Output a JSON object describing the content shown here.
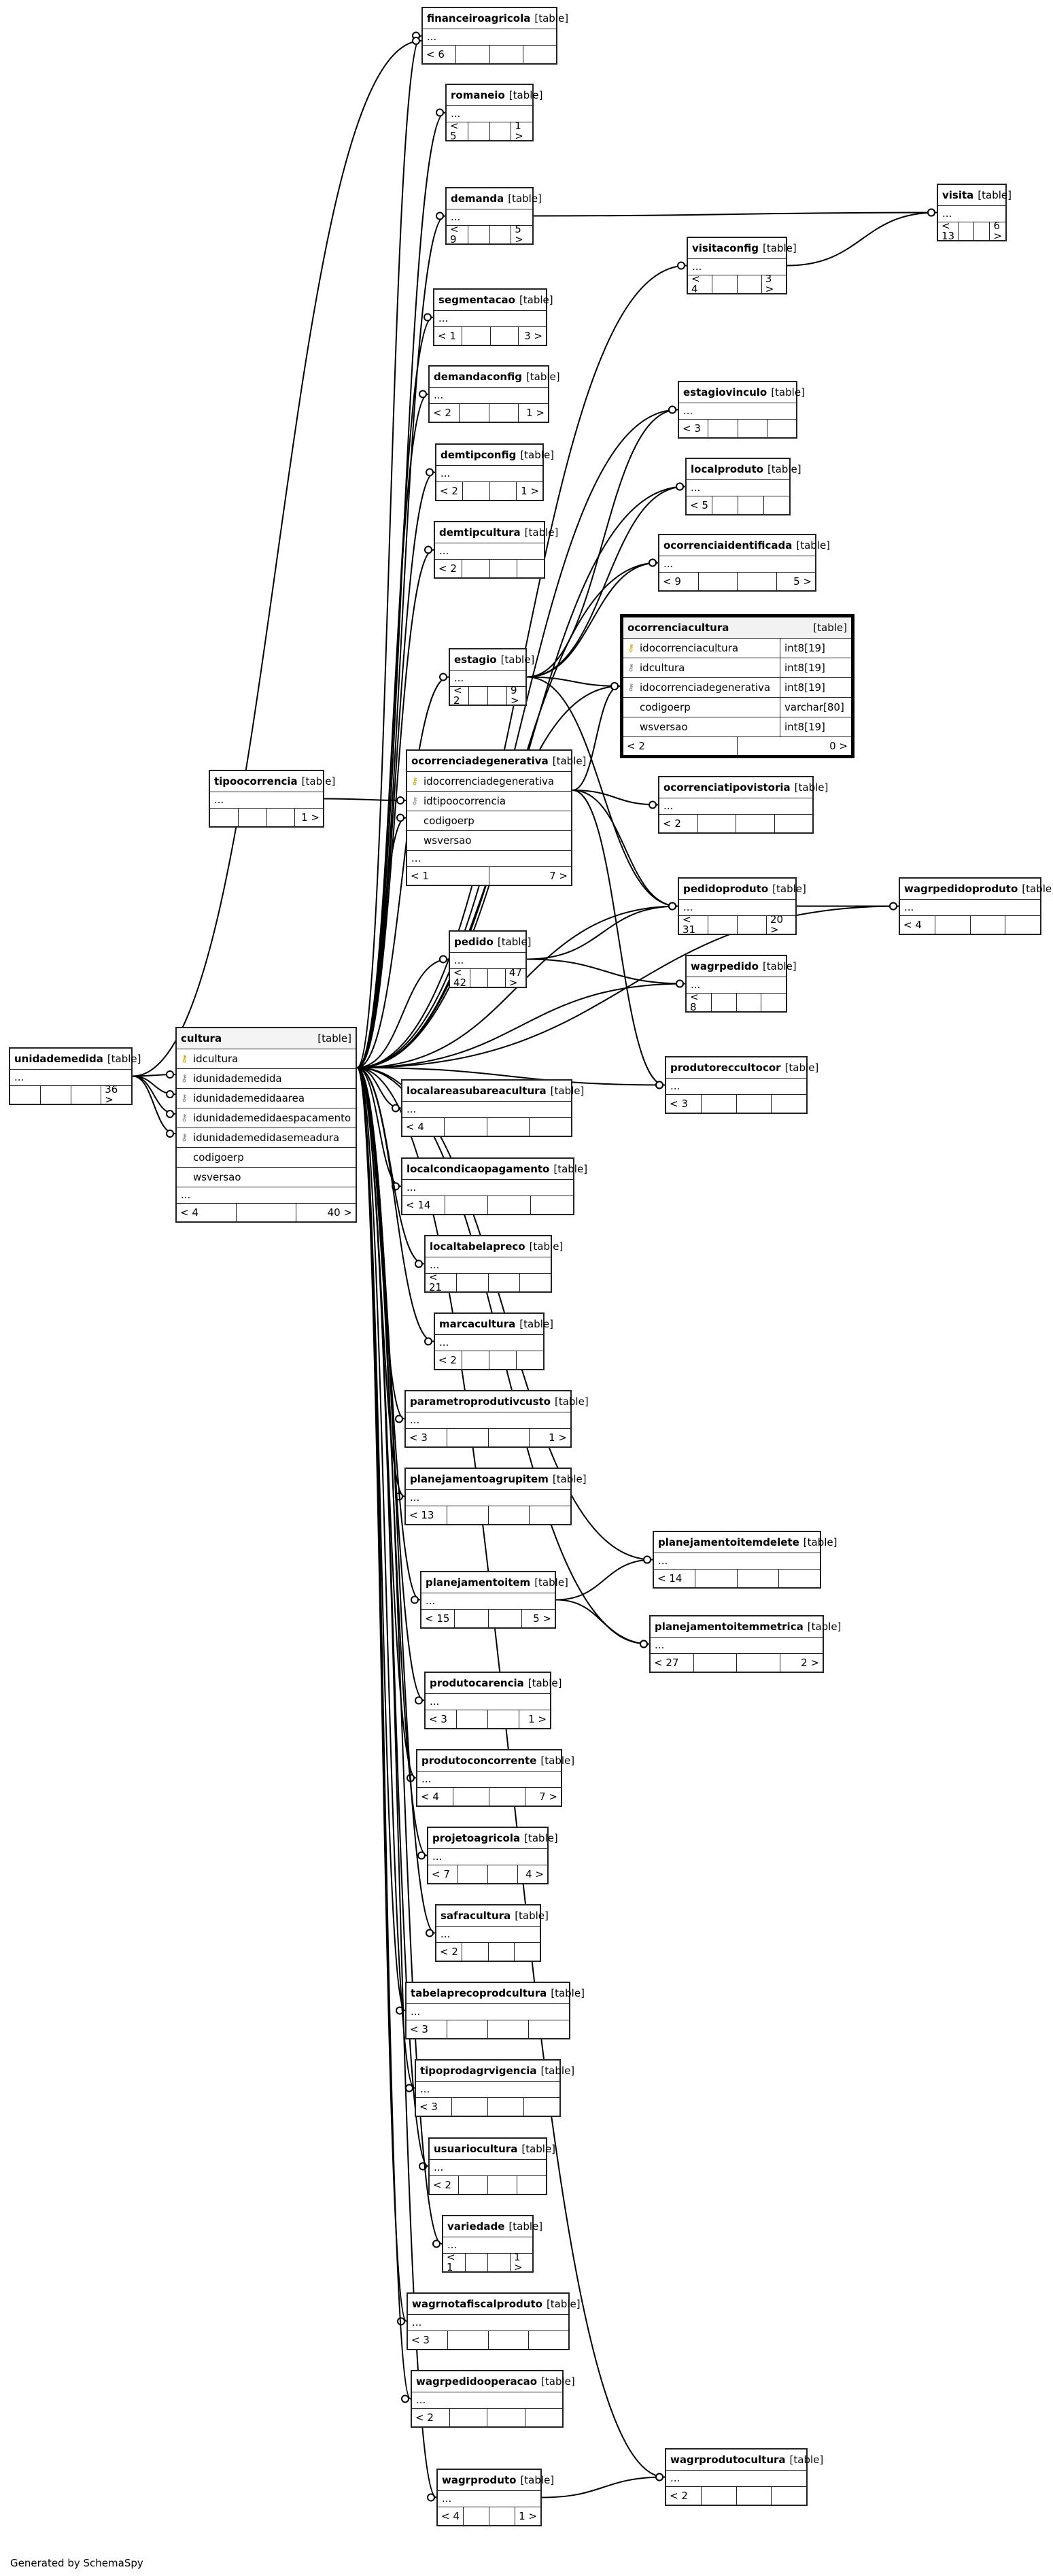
{
  "generator_note": "Generated by SchemaSpy",
  "table_tag": "[table]",
  "ellipsis": "...",
  "tables": [
    {
      "id": "financeiroagricola",
      "name": "financeiroagricola",
      "parents": "< 6",
      "children": ""
    },
    {
      "id": "romaneio",
      "name": "romaneio",
      "parents": "< 5",
      "children": "1 >"
    },
    {
      "id": "demanda",
      "name": "demanda",
      "parents": "< 9",
      "children": "5 >"
    },
    {
      "id": "visita",
      "name": "visita",
      "parents": "< 13",
      "children": "6 >"
    },
    {
      "id": "visitaconfig",
      "name": "visitaconfig",
      "parents": "< 4",
      "children": "3 >"
    },
    {
      "id": "segmentacao",
      "name": "segmentacao",
      "parents": "< 1",
      "children": "3 >"
    },
    {
      "id": "demandaconfig",
      "name": "demandaconfig",
      "parents": "< 2",
      "children": "1 >"
    },
    {
      "id": "estagiovinculo",
      "name": "estagiovinculo",
      "parents": "< 3",
      "children": ""
    },
    {
      "id": "demtipconfig",
      "name": "demtipconfig",
      "parents": "< 2",
      "children": "1 >"
    },
    {
      "id": "localproduto",
      "name": "localproduto",
      "parents": "< 5",
      "children": ""
    },
    {
      "id": "demtipcultura",
      "name": "demtipcultura",
      "parents": "< 2",
      "children": ""
    },
    {
      "id": "ocorrenciaidentificada",
      "name": "ocorrenciaidentificada",
      "parents": "< 9",
      "children": "5 >"
    },
    {
      "id": "estagio",
      "name": "estagio",
      "parents": "< 2",
      "children": "9 >"
    },
    {
      "id": "tipoocorrencia",
      "name": "tipoocorrencia",
      "parents": "",
      "children": "1 >"
    },
    {
      "id": "ocorrenciaspontaneous",
      "name": "ocorrenciatipovistoria",
      "parents": "< 2",
      "children": ""
    },
    {
      "id": "pedidoproduto",
      "name": "pedidoproduto",
      "parents": "< 31",
      "children": "20 >"
    },
    {
      "id": "wagrpedidoproduto",
      "name": "wagrpedidoproduto",
      "parents": "< 4",
      "children": ""
    },
    {
      "id": "pedido",
      "name": "pedido",
      "parents": "< 42",
      "children": "47 >"
    },
    {
      "id": "wagrpedido",
      "name": "wagrpedido",
      "parents": "< 8",
      "children": ""
    },
    {
      "id": "unidademedida",
      "name": "unidademedida",
      "parents": "",
      "children": "36 >"
    },
    {
      "id": "produtoreccultocor",
      "name": "produtoreccultocor",
      "parents": "< 3",
      "children": ""
    },
    {
      "id": "localareasubareacultura",
      "name": "localareasubareacultura",
      "parents": "< 4",
      "children": ""
    },
    {
      "id": "localcondicaopagamento",
      "name": "localcondicaopagamento",
      "parents": "< 14",
      "children": ""
    },
    {
      "id": "localtabelapreco",
      "name": "localtabelapreco",
      "parents": "< 21",
      "children": ""
    },
    {
      "id": "marcacultura",
      "name": "marcacultura",
      "parents": "< 2",
      "children": ""
    },
    {
      "id": "parametroprodutivcusto",
      "name": "parametroprodutivcusto",
      "parents": "< 3",
      "children": "1 >"
    },
    {
      "id": "planejamentoagrupitem",
      "name": "planejamentoagrupitem",
      "parents": "< 13",
      "children": ""
    },
    {
      "id": "planejamentoitemdelete",
      "name": "planejamentoitemdelete",
      "parents": "< 14",
      "children": ""
    },
    {
      "id": "planejamentoitem",
      "name": "planejamentoitem",
      "parents": "< 15",
      "children": "5 >"
    },
    {
      "id": "planejamentoitemmetrica",
      "name": "planejamentoitemmetrica",
      "parents": "< 27",
      "children": "2 >"
    },
    {
      "id": "produtocarencia",
      "name": "produtocarencia",
      "parents": "< 3",
      "children": "1 >"
    },
    {
      "id": "produtoconcorrente",
      "name": "produtoconcorrente",
      "parents": "< 4",
      "children": "7 >"
    },
    {
      "id": "projetoagricola",
      "name": "projetoagricola",
      "parents": "< 7",
      "children": "4 >"
    },
    {
      "id": "safracultura",
      "name": "safracultura",
      "parents": "< 2",
      "children": ""
    },
    {
      "id": "tabelaprecoprodcultura",
      "name": "tabelaprecoprodcultura",
      "parents": "< 3",
      "children": ""
    },
    {
      "id": "tipoprodagrvigencia",
      "name": "tipoprodagrvigencia",
      "parents": "< 3",
      "children": ""
    },
    {
      "id": "usuariocultura",
      "name": "usuariocultura",
      "parents": "< 2",
      "children": ""
    },
    {
      "id": "variedade",
      "name": "variedade",
      "parents": "< 1",
      "children": "1 >"
    },
    {
      "id": "wagrnotafiscalproduto",
      "name": "wagrnotafiscalproduto",
      "parents": "< 3",
      "children": ""
    },
    {
      "id": "wagrpedidooperacao",
      "name": "wagrpedidooperacao",
      "parents": "< 2",
      "children": ""
    },
    {
      "id": "wagrprodutocultura",
      "name": "wagrprodutocultura",
      "parents": "< 2",
      "children": ""
    },
    {
      "id": "wagrproduto",
      "name": "wagrproduto",
      "parents": "< 4",
      "children": "1 >"
    }
  ],
  "ocorrenciadegenerativa": {
    "name": "ocorrenciadegenerativa",
    "columns": [
      {
        "name": "idocorrenciadegenerativa",
        "key": "pk"
      },
      {
        "name": "idtipoocorrencia",
        "key": "fk"
      },
      {
        "name": "codigoerp",
        "key": ""
      },
      {
        "name": "wsversao",
        "key": ""
      }
    ],
    "parents": "< 1",
    "children": "7 >"
  },
  "cultura": {
    "name": "cultura",
    "columns": [
      {
        "name": "idcultura",
        "key": "pk"
      },
      {
        "name": "idunidademedida",
        "key": "fk"
      },
      {
        "name": "idunidademedidaarea",
        "key": "fk"
      },
      {
        "name": "idunidademedidaespacamento",
        "key": "fk"
      },
      {
        "name": "idunidademedidasemeadura",
        "key": "fk"
      },
      {
        "name": "codigoerp",
        "key": ""
      },
      {
        "name": "wsversao",
        "key": ""
      }
    ],
    "parents": "< 4",
    "children": "40 >"
  },
  "ocorrenciacultura": {
    "name": "ocorrenciacultura",
    "columns": [
      {
        "name": "idocorrenciacultura",
        "type": "int8[19]",
        "key": "pk"
      },
      {
        "name": "idcultura",
        "type": "int8[19]",
        "key": "fk"
      },
      {
        "name": "idocorrenciadegenerativa",
        "type": "int8[19]",
        "key": "fk"
      },
      {
        "name": "codigoerp",
        "type": "varchar[80]",
        "key": ""
      },
      {
        "name": "wsversao",
        "type": "int8[19]",
        "key": ""
      }
    ],
    "parents": "< 2",
    "children": "0 >"
  }
}
